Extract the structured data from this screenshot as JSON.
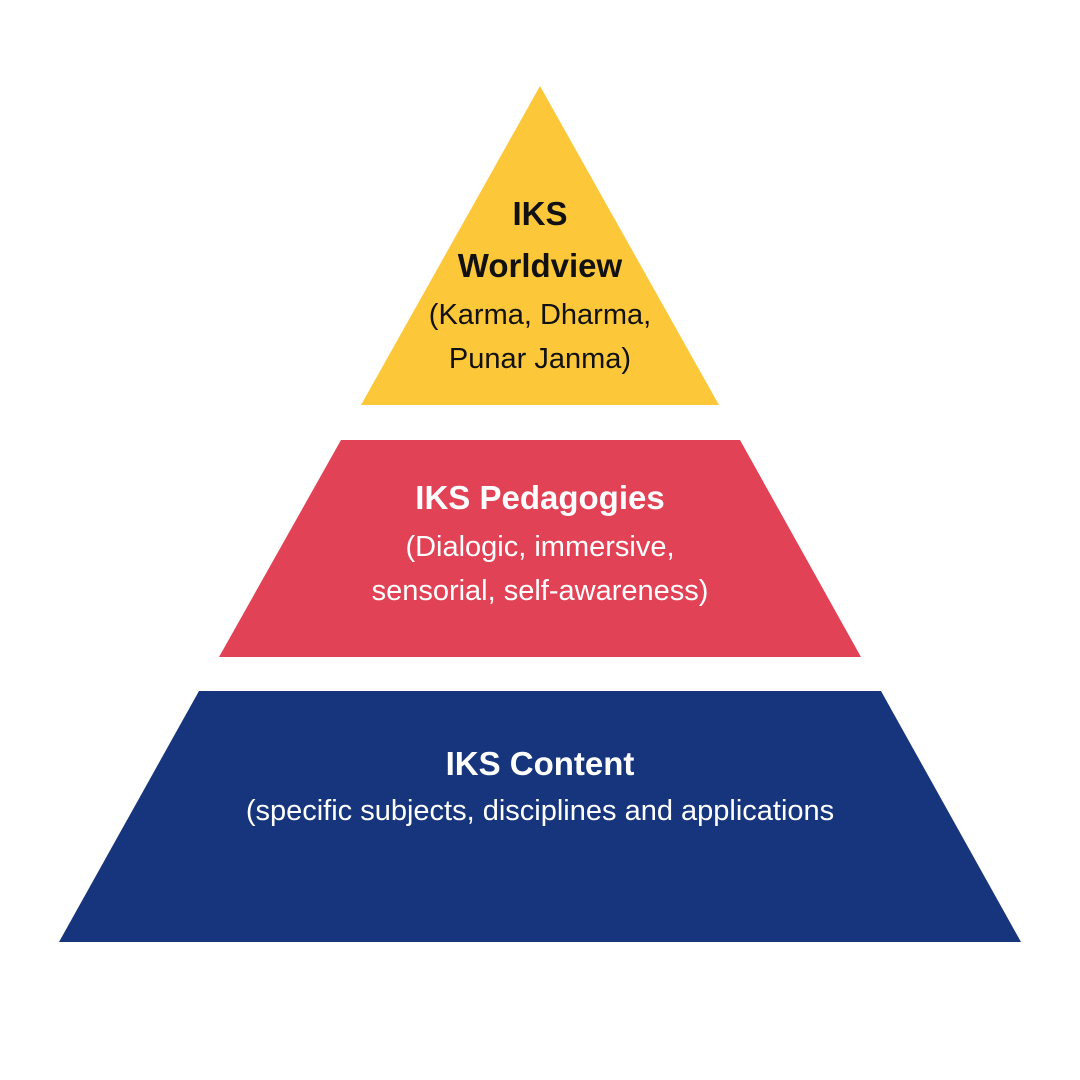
{
  "colors": {
    "top_tier": "#FCC83A",
    "middle_tier": "#E24255",
    "bottom_tier": "#16357C",
    "background": "#FFFFFF"
  },
  "pyramid": {
    "top": {
      "title_lines": [
        "IKS",
        "Worldview"
      ],
      "subtitle_lines": [
        "(Karma, Dharma,",
        "Punar Janma)"
      ]
    },
    "middle": {
      "title": "IKS Pedagogies",
      "subtitle_lines": [
        "(Dialogic, immersive,",
        "sensorial, self-awareness)"
      ]
    },
    "bottom": {
      "title": "IKS Content",
      "subtitle": "(specific subjects, disciplines and applications"
    }
  }
}
